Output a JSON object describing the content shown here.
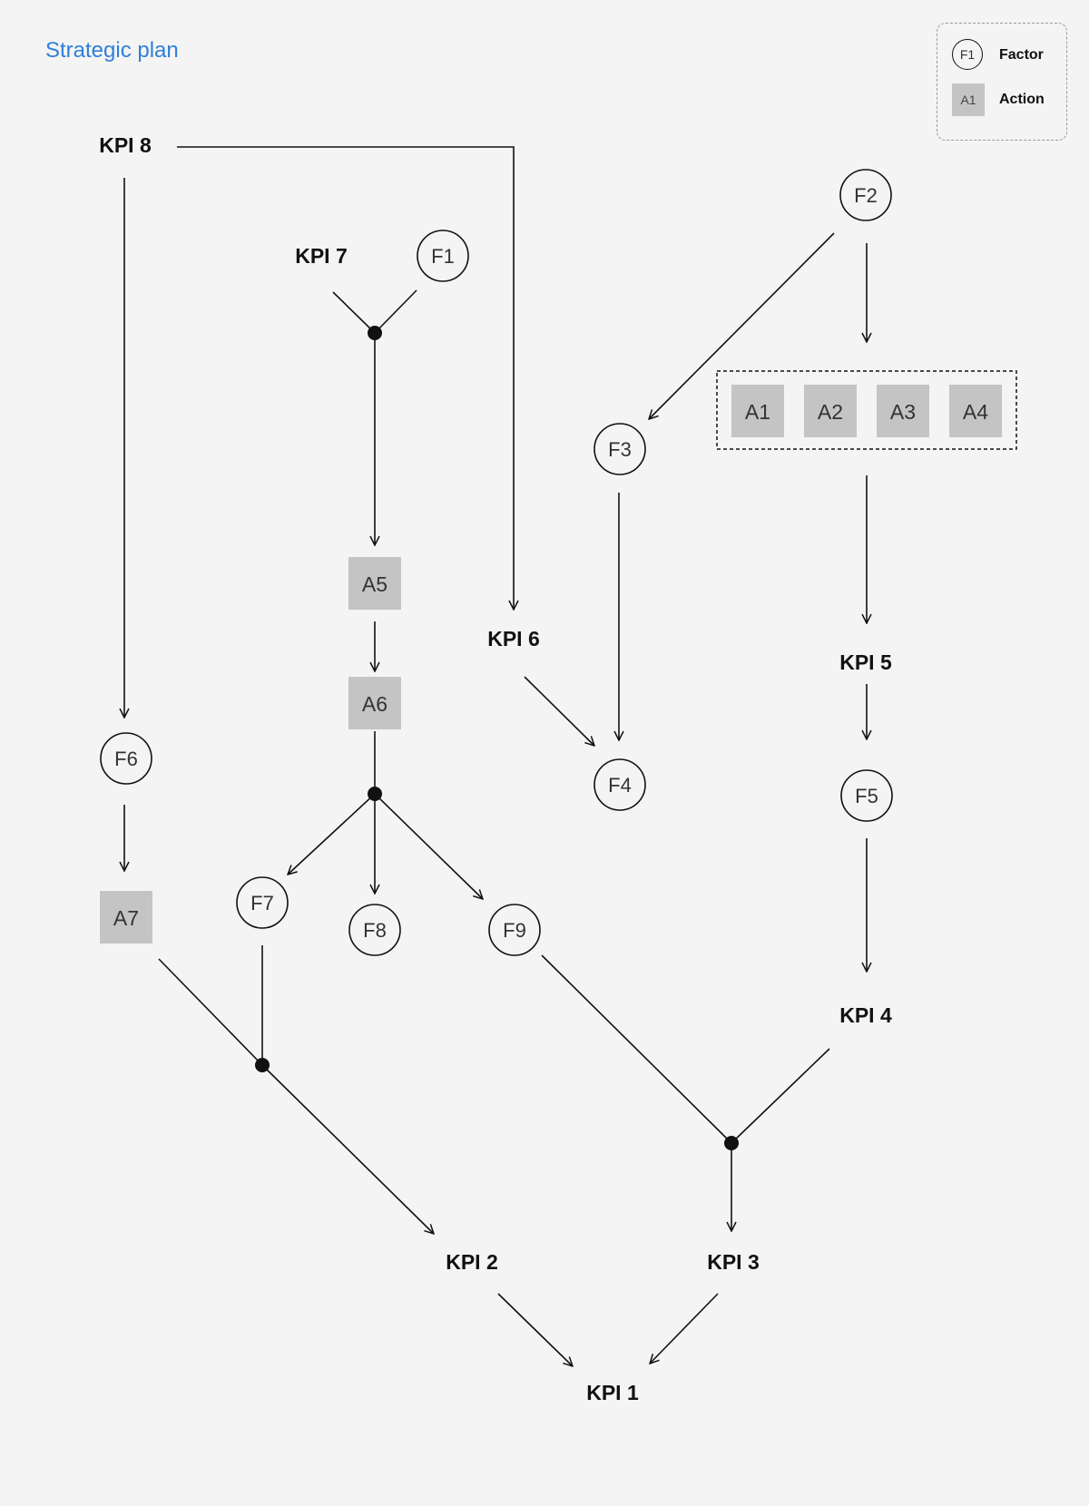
{
  "title": "Strategic plan",
  "legend": {
    "factor": {
      "symbol": "F1",
      "label": "Factor"
    },
    "action": {
      "symbol": "A1",
      "label": "Action"
    }
  },
  "nodes": {
    "kpi8": "KPI 8",
    "kpi7": "KPI 7",
    "kpi6": "KPI 6",
    "kpi5": "KPI 5",
    "kpi4": "KPI 4",
    "kpi3": "KPI 3",
    "kpi2": "KPI 2",
    "kpi1": "KPI 1",
    "f1": "F1",
    "f2": "F2",
    "f3": "F3",
    "f4": "F4",
    "f5": "F5",
    "f6": "F6",
    "f7": "F7",
    "f8": "F8",
    "f9": "F9",
    "a1": "A1",
    "a2": "A2",
    "a3": "A3",
    "a4": "A4",
    "a5": "A5",
    "a6": "A6",
    "a7": "A7"
  },
  "colors": {
    "background": "#f4f4f4",
    "title": "#2f7fd8",
    "action_fill": "#c4c4c4",
    "stroke": "#111111"
  }
}
